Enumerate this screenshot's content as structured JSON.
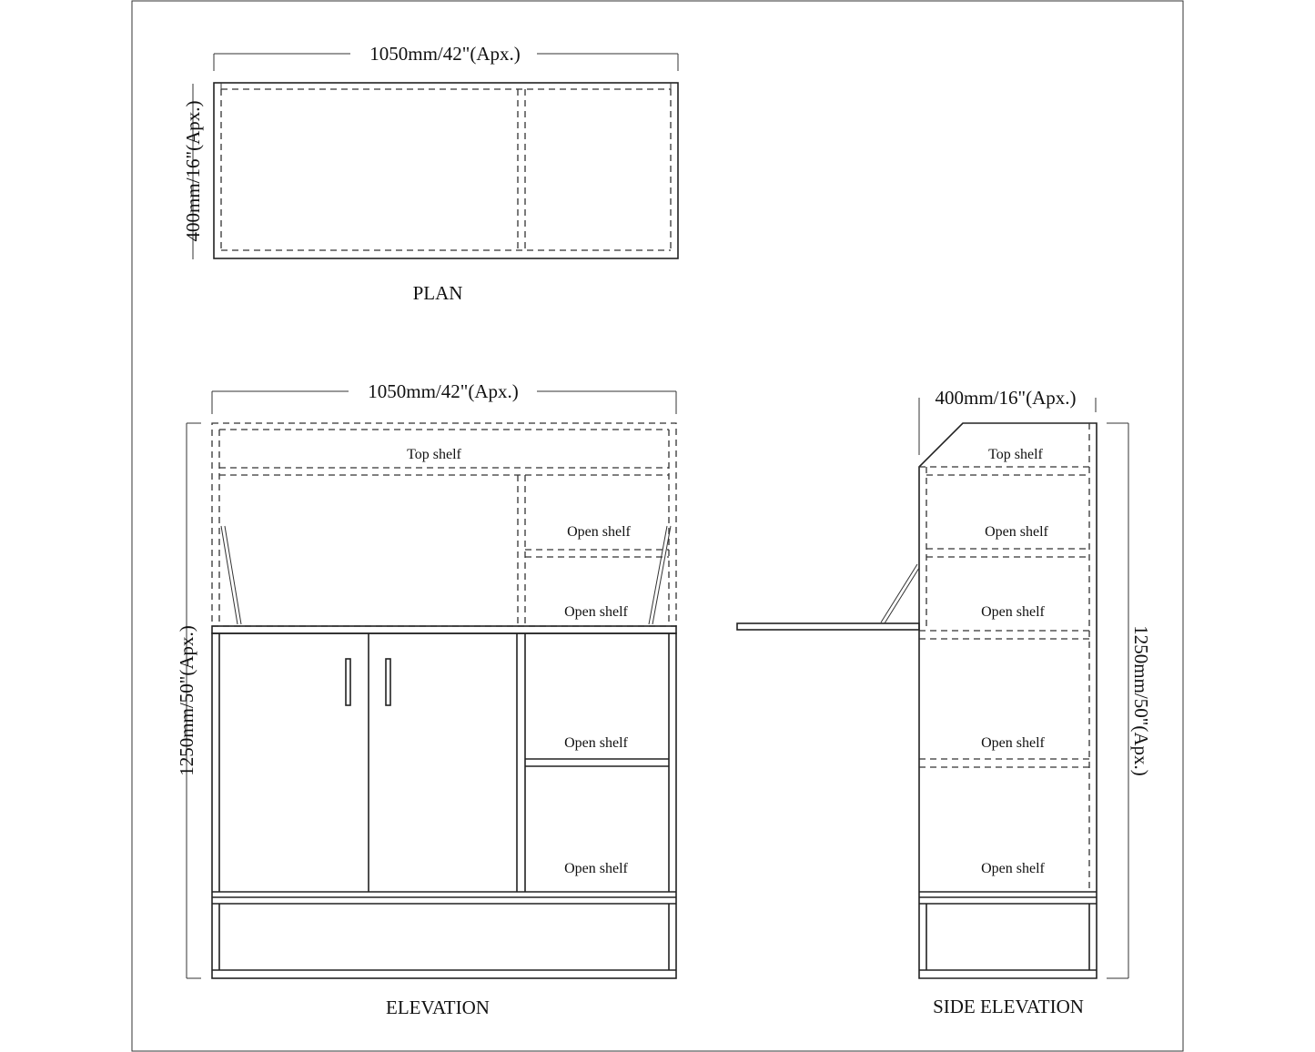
{
  "plan": {
    "title": "PLAN",
    "width_dim": "1050mm/42\"(Apx.)",
    "depth_dim": "400mm/16\"(Apx.)"
  },
  "elevation": {
    "title": "ELEVATION",
    "width_dim": "1050mm/42\"(Apx.)",
    "height_dim": "1250mm/50\"(Apx.)",
    "labels": [
      "Top shelf",
      "Open shelf",
      "Open shelf",
      "Open shelf",
      "Open shelf"
    ]
  },
  "side_elevation": {
    "title": "SIDE ELEVATION",
    "depth_dim": "400mm/16\"(Apx.)",
    "height_dim": "1250mm/50\"(Apx.)",
    "labels": [
      "Top shelf",
      "Open shelf",
      "Open shelf",
      "Open shelf",
      "Open shelf"
    ]
  }
}
